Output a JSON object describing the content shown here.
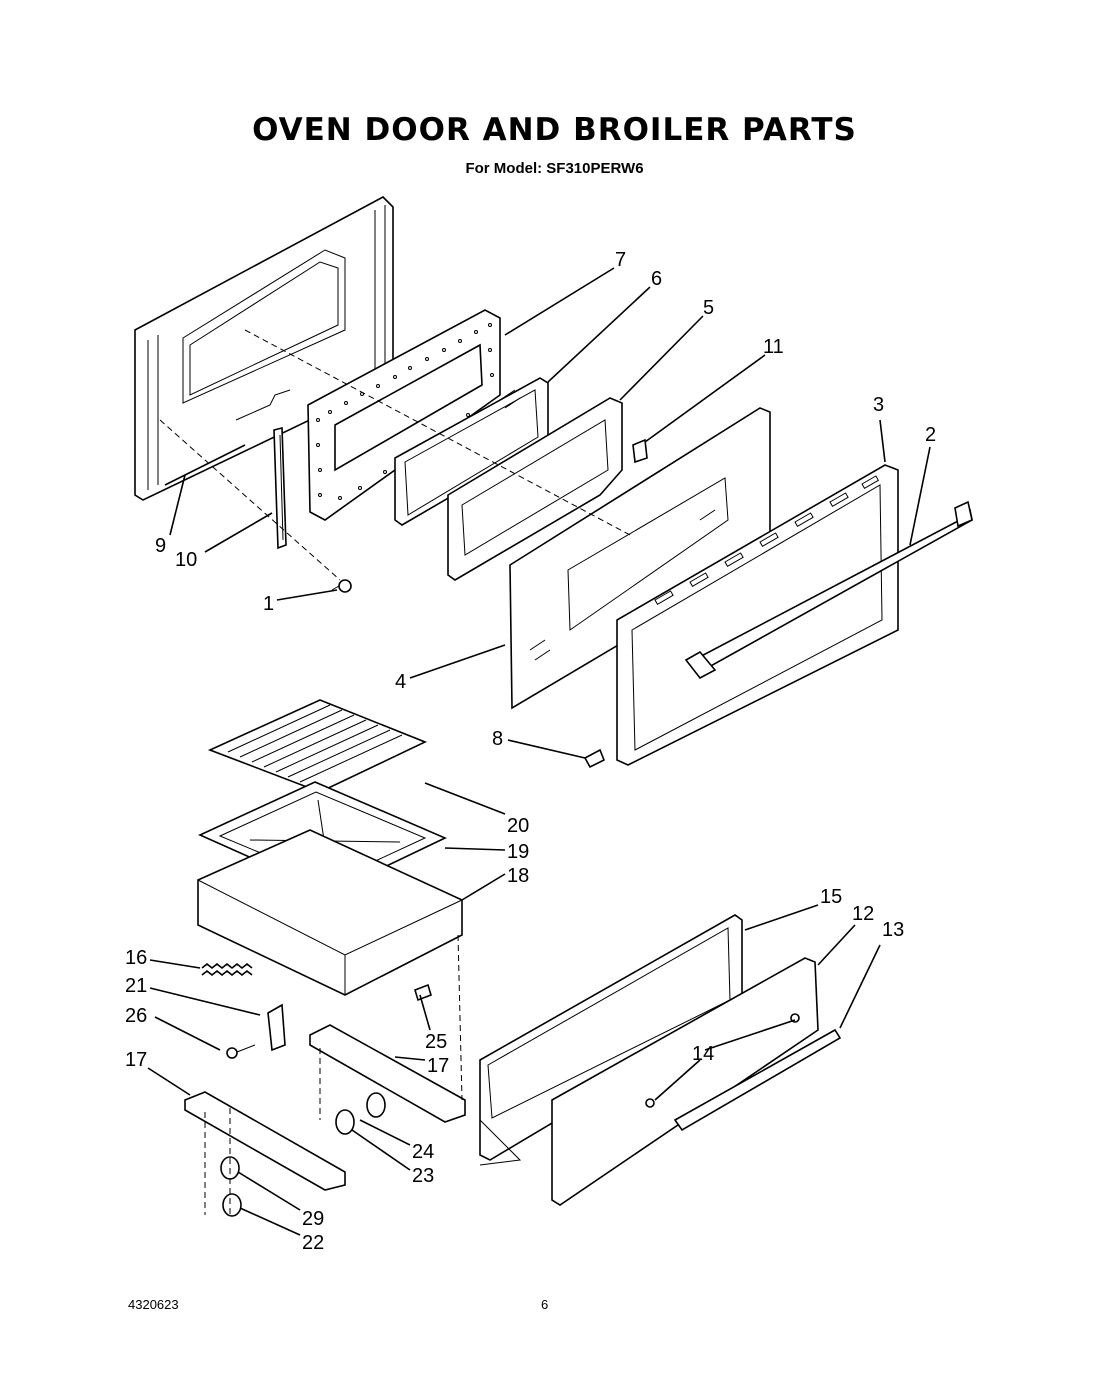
{
  "title": "OVEN DOOR AND BROILER PARTS",
  "subtitle": "For Model: SF310PERW6",
  "footer": {
    "doc_number": "4320623",
    "page_number": "6"
  },
  "callouts": {
    "1": "1",
    "2": "2",
    "3": "3",
    "4": "4",
    "5": "5",
    "6": "6",
    "7": "7",
    "8": "8",
    "9": "9",
    "10": "10",
    "11": "11",
    "12": "12",
    "13": "13",
    "14": "14",
    "15": "15",
    "16": "16",
    "17": "17",
    "18": "18",
    "19": "19",
    "20": "20",
    "21": "21",
    "22": "22",
    "23": "23",
    "24": "24",
    "25": "25",
    "26": "26",
    "29": "29"
  }
}
